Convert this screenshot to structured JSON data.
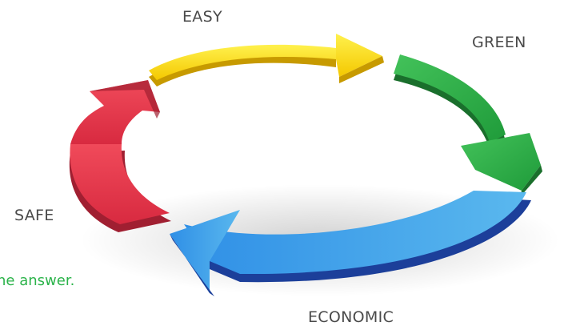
{
  "diagram": {
    "segments": [
      {
        "label": "EASY",
        "color": "#ffd60a",
        "side_color": "#c79a00"
      },
      {
        "label": "GREEN",
        "color": "#2db34a",
        "side_color": "#1a6f2c"
      },
      {
        "label": "ECONOMIC",
        "color": "#3d9ee5",
        "side_color": "#1c3f9a"
      },
      {
        "label": "SAFE",
        "color": "#ec3b4d",
        "side_color": "#a01f31"
      }
    ],
    "caption": "ne answer.",
    "caption_color": "#2bb34a"
  }
}
